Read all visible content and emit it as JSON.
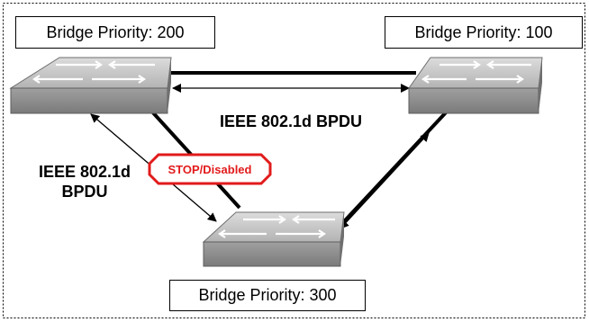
{
  "switches": [
    {
      "id": "switch-top-left",
      "priority_label": "Bridge Priority: 200"
    },
    {
      "id": "switch-top-right",
      "priority_label": "Bridge Priority: 100"
    },
    {
      "id": "switch-bottom",
      "priority_label": "Bridge Priority: 300"
    }
  ],
  "labels": {
    "bpdu_top": "IEEE 802.1d BPDU",
    "bpdu_left_line1": "IEEE 802.1d",
    "bpdu_left_line2": "BPDU",
    "blocked_port": "STOP/Disabled"
  },
  "colors": {
    "switch_top": "#c9c9c9",
    "switch_side": "#8c8c8c",
    "link": "#000000",
    "stop_sign": "#e21b1b"
  }
}
